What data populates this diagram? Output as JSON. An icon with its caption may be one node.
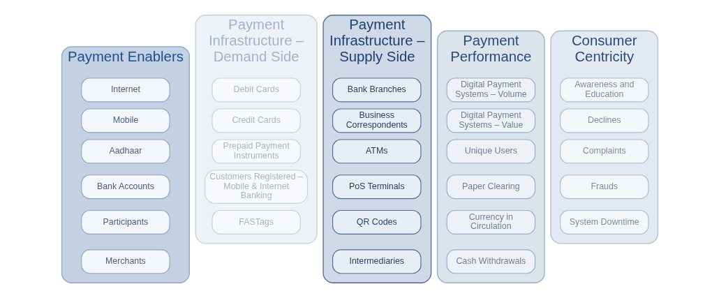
{
  "diagram": {
    "nodes": [
      {
        "text": [
          "Payment Enablers"
        ]
      },
      {
        "text": [
          "Internet"
        ],
        "in": 0
      },
      {
        "text": [
          "Mobile"
        ],
        "in": 0
      },
      {
        "text": [
          "Aadhaar"
        ],
        "in": 0
      },
      {
        "text": [
          "Bank Accounts"
        ],
        "in": 0
      },
      {
        "text": [
          "Participants"
        ],
        "in": 0
      },
      {
        "text": [
          "Merchants"
        ],
        "in": 0
      },
      {
        "text": [
          "Payment Infrastructure – Demand Side"
        ]
      },
      {
        "text": [
          "Debit Cards"
        ],
        "in": 7
      },
      {
        "text": [
          "Credit Cards"
        ],
        "in": 7
      },
      {
        "text": [
          "Prepaid Payment Instruments"
        ],
        "in": 7
      },
      {
        "text": [
          "Customers Registered – Mobile & Internet Banking"
        ],
        "in": 7
      },
      {
        "text": [
          "FASTags"
        ],
        "in": 7
      },
      {
        "text": [
          "Payment Infrastructure – Supply Side"
        ]
      },
      {
        "text": [
          "Bank Branches"
        ],
        "in": 13
      },
      {
        "text": [
          "Business Correspondents"
        ],
        "in": 13
      },
      {
        "text": [
          "ATMs"
        ],
        "in": 13
      },
      {
        "text": [
          "PoS Terminals"
        ],
        "in": 13
      },
      {
        "text": [
          "QR Codes"
        ],
        "in": 13
      },
      {
        "text": [
          "Intermediaries"
        ],
        "in": 13
      },
      {
        "text": [
          "Payment Performance"
        ]
      },
      {
        "text": [
          "Digital Payment Systems – Volume"
        ],
        "in": 20
      },
      {
        "text": [
          "Digital Payment Systems – Value"
        ],
        "in": 20
      },
      {
        "text": [
          "Unique Users"
        ],
        "in": 20
      },
      {
        "text": [
          "Paper Clearing"
        ],
        "in": 20
      },
      {
        "text": [
          "Currency in Circulation"
        ],
        "in": 20
      },
      {
        "text": [
          "Cash Withdrawals"
        ],
        "in": 20
      },
      {
        "text": [
          "Consumer Centricity"
        ]
      },
      {
        "text": [
          "Awareness and Education"
        ],
        "in": 27
      },
      {
        "text": [
          "Declines"
        ],
        "in": 27
      },
      {
        "text": [
          "Complaints"
        ],
        "in": 27
      },
      {
        "text": [
          "Frauds"
        ],
        "in": 27
      },
      {
        "text": [
          "System Downtime"
        ],
        "in": 27
      }
    ]
  }
}
